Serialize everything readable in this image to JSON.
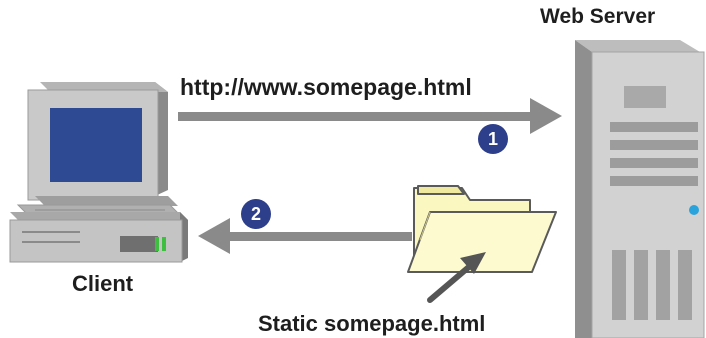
{
  "labels": {
    "url": "http://www.somepage.html",
    "server": "Web Server",
    "client": "Client",
    "static_file": "Static somepage.html"
  },
  "steps": [
    {
      "number": "1"
    },
    {
      "number": "2"
    }
  ],
  "colors": {
    "arrow": "#8a8a8a",
    "badge": "#2d3e8a",
    "screen": "#2e4a93",
    "folder": "#fbf7c0",
    "server": "#cfcfcf",
    "led": "#2aa3dc",
    "text": "#1e1e1e"
  },
  "icons": [
    "desktop-computer-icon",
    "server-tower-icon",
    "folder-icon"
  ]
}
